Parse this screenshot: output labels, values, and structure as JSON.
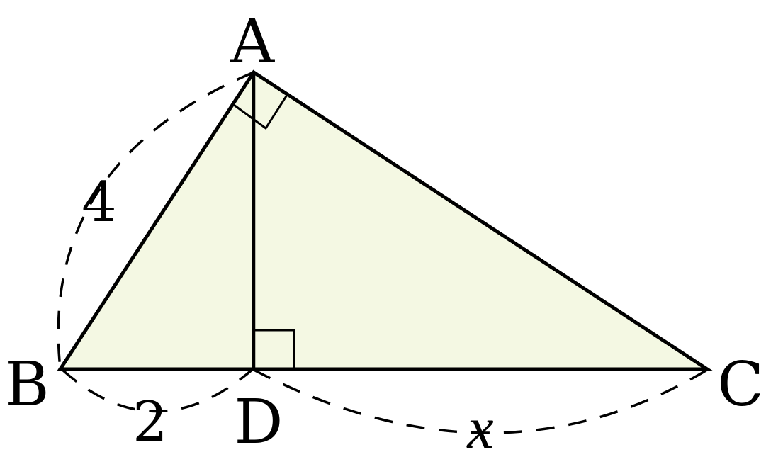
{
  "vertices": {
    "A": "A",
    "B": "B",
    "C": "C",
    "D": "D"
  },
  "measures": {
    "AB": "4",
    "BD": "2",
    "DC": "x"
  },
  "colors": {
    "fill": "#f4f8e3",
    "stroke": "#000000"
  }
}
